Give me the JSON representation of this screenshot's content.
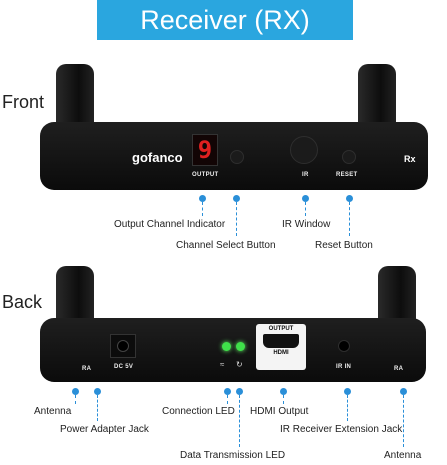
{
  "banner": {
    "title": "Receiver (RX)"
  },
  "front": {
    "section_label": "Front",
    "brand": "gofanco",
    "display_digit": "9",
    "labels": {
      "output": "OUTPUT",
      "ir": "IR",
      "reset": "RESET",
      "model": "Rx"
    },
    "callouts": {
      "output_channel_indicator": "Output Channel Indicator",
      "channel_select_button": "Channel Select Button",
      "ir_window": "IR Window",
      "reset_button": "Reset Button"
    }
  },
  "back": {
    "section_label": "Back",
    "labels": {
      "ra_left": "RA",
      "dc": "DC 5V",
      "output": "OUTPUT",
      "hdmi": "HDMI",
      "ir_in": "IR IN",
      "ra_right": "RA"
    },
    "callouts": {
      "antenna_left": "Antenna",
      "power_adapter_jack": "Power Adapter Jack",
      "connection_led": "Connection LED",
      "hdmi_output": "HDMI Output",
      "ir_receiver_extension_jack": "IR Receiver Extension Jack",
      "antenna_right": "Antenna",
      "data_transmission_led": "Data Transmission LED"
    }
  },
  "colors": {
    "banner": "#2aa6df",
    "callout": "#2a8fd8",
    "led": "#3fe04a",
    "digit": "#e02020"
  }
}
